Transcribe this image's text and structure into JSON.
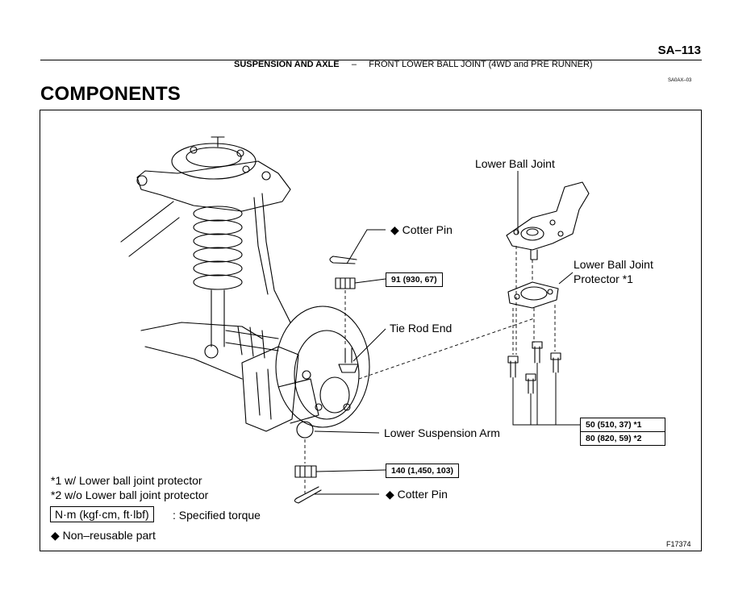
{
  "header": {
    "page_number": "SA–113",
    "section": "SUSPENSION AND AXLE",
    "separator": "–",
    "subsection": "FRONT LOWER BALL JOINT (4WD and PRE RUNNER)",
    "doc_code": "SA0AX–03"
  },
  "title": "COMPONENTS",
  "labels": {
    "cotter_pin_top": "◆ Cotter Pin",
    "lower_ball_joint": "Lower Ball Joint",
    "lower_ball_joint_protector_line1": "Lower Ball Joint",
    "lower_ball_joint_protector_line2": "Protector *1",
    "tie_rod_end": "Tie Rod End",
    "lower_suspension_arm": "Lower Suspension Arm",
    "cotter_pin_bottom": "◆ Cotter Pin"
  },
  "torque": {
    "nut_top": "91 (930, 67)",
    "bolts_1": "50 (510, 37) *1",
    "bolts_2": "80 (820, 59) *2",
    "nut_bottom": "140 (1,450, 103)"
  },
  "legend": {
    "note1": "*1 w/ Lower ball joint protector",
    "note2": "*2 w/o Lower ball joint protector",
    "units_box": "N·m (kgf·cm, ft·lbf)",
    "units_text": ": Specified torque",
    "non_reusable": "◆ Non–reusable part"
  },
  "figure_code": "F17374"
}
